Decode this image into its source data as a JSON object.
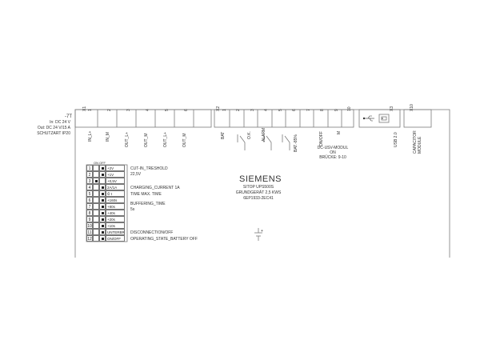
{
  "device_ref": "-7T",
  "left_info": [
    "In: DC 24 V",
    "Out: DC 24 V/15 A",
    "SCHUTZART IP20"
  ],
  "connector_ids": [
    "X1",
    "X2",
    "X3",
    "X10"
  ],
  "pin_numbers": [
    "1",
    "2",
    "3",
    "4",
    "5",
    "6",
    "1",
    "2",
    "3",
    "4",
    "5",
    "6",
    "7",
    "8",
    "9",
    "10"
  ],
  "terminal_labels": {
    "x1": [
      "IN_L+",
      "IN_M",
      "OUT_L+",
      "OUT_M",
      "OUT_L+",
      "OUT_M"
    ],
    "x2": [
      "BAT",
      "O.K.",
      "ALARM",
      "BAT.-85%",
      "ON/OFF",
      "M"
    ],
    "x3": [
      "USB 2.0"
    ],
    "x10": [
      "CAPACITOR MODULE"
    ]
  },
  "dc_usv_note": [
    "DC-USV-MODUL",
    "ON",
    "BRÜCKE: 9-10"
  ],
  "brand": "SIEMENS",
  "device_info": [
    "SITOP UPS500S",
    "GRUNDGERÄT 2,5 KWS",
    "6EP1933-2EC41"
  ],
  "switch_header": {
    "on": "ON",
    "off": "OFF"
  },
  "switches": [
    {
      "num": "1",
      "state": "off",
      "value": "+2V"
    },
    {
      "num": "2",
      "state": "off",
      "value": "+1V"
    },
    {
      "num": "3",
      "state": "on",
      "value": "+0,5V"
    },
    {
      "num": "4",
      "state": "off",
      "value": "2A/1A"
    },
    {
      "num": "5",
      "state": "off",
      "value": "⏲ t"
    },
    {
      "num": "6",
      "state": "off",
      "value": "+160s"
    },
    {
      "num": "7",
      "state": "off",
      "value": "+80s"
    },
    {
      "num": "8",
      "state": "off",
      "value": "+40s"
    },
    {
      "num": "9",
      "state": "off",
      "value": "+20s"
    },
    {
      "num": "10",
      "state": "off",
      "value": "+10s"
    },
    {
      "num": "11",
      "state": "off",
      "value": "UNTERBR."
    },
    {
      "num": "12",
      "state": "off",
      "value": "ON/OFF"
    }
  ],
  "function_labels": [
    "CUT-IN_TRESHOLD",
    "22,5V",
    "CHARGING_CURRENT 1A",
    "TIME MAX. TIME",
    "BUFFERING_TIME",
    "5s",
    "DISCONNECTION/OFF",
    "OPERATING_STATE_BATTERY OFF"
  ],
  "capacitor_polarity": "+",
  "colors": {
    "line": "#7a7a7a",
    "text": "#333333",
    "background": "#ffffff"
  }
}
